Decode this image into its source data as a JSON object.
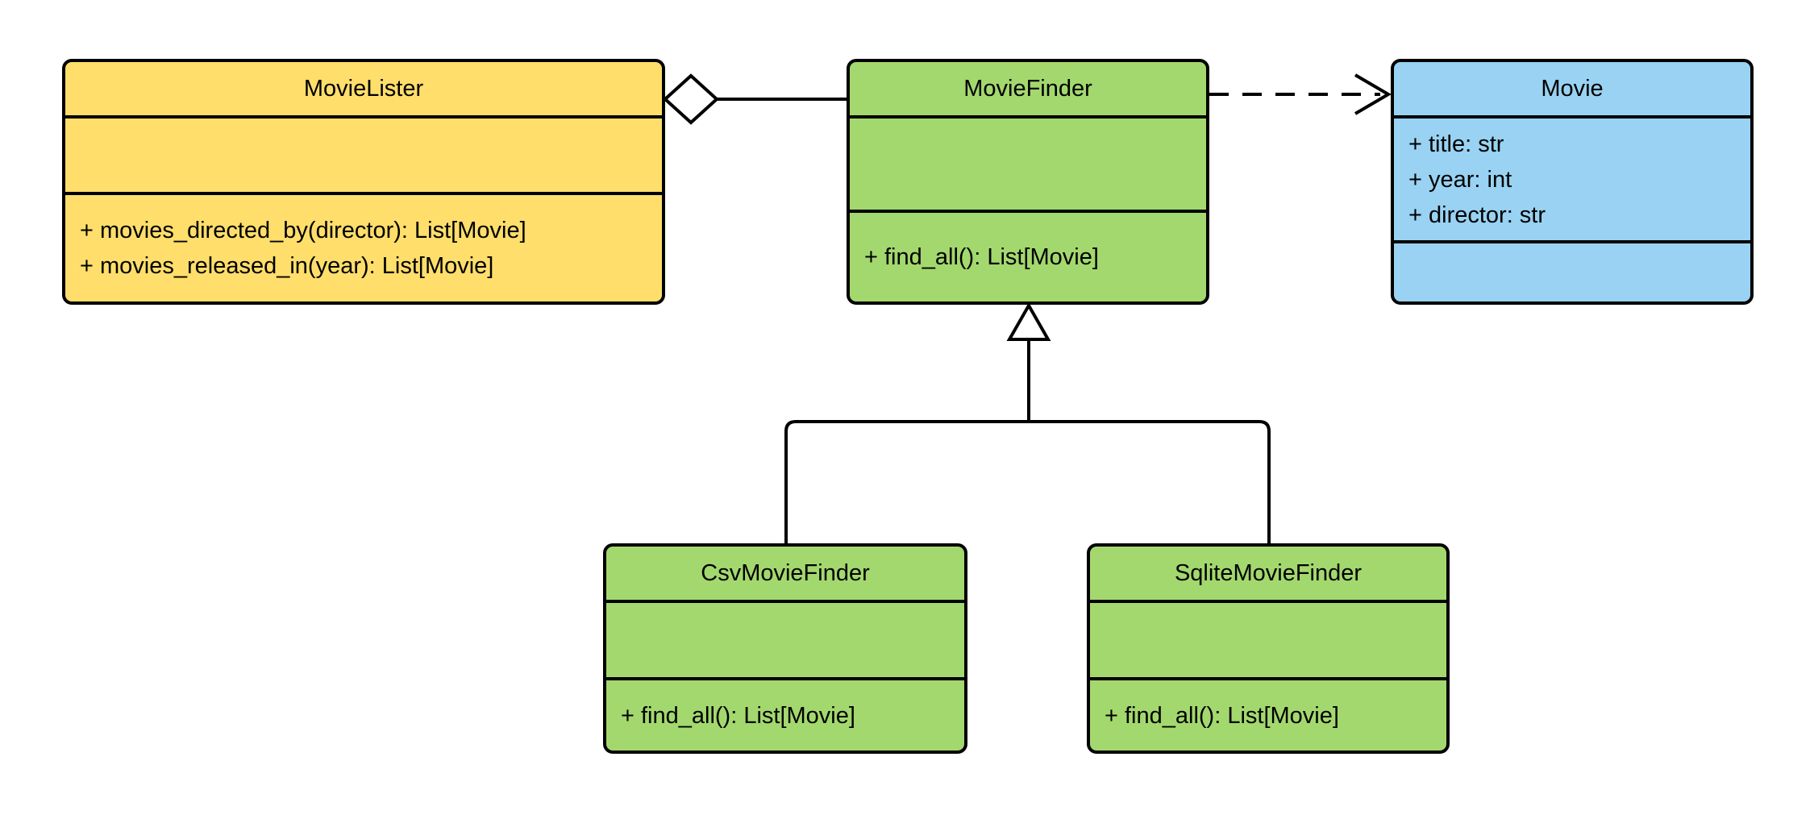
{
  "canvas": {
    "background": "#ffffff",
    "stroke_color": "#000000",
    "yellow_fill": "#ffde6b",
    "green_fill": "#a3d86e",
    "blue_fill": "#99d2f2"
  },
  "classes": {
    "movie_lister": {
      "title": "MovieLister",
      "fill": "#ffde6b",
      "attributes": [],
      "methods": [
        "+ movies_directed_by(director): List[Movie]",
        "+ movies_released_in(year): List[Movie]"
      ]
    },
    "movie_finder": {
      "title": "MovieFinder",
      "fill": "#a3d86e",
      "attributes": [],
      "methods": [
        "+ find_all(): List[Movie]"
      ]
    },
    "movie": {
      "title": "Movie",
      "fill": "#99d2f2",
      "attributes": [
        "+ title: str",
        "+ year: int",
        "+ director: str"
      ],
      "methods": []
    },
    "csv_movie_finder": {
      "title": "CsvMovieFinder",
      "fill": "#a3d86e",
      "attributes": [],
      "methods": [
        "+ find_all(): List[Movie]"
      ]
    },
    "sqlite_movie_finder": {
      "title": "SqliteMovieFinder",
      "fill": "#a3d86e",
      "attributes": [],
      "methods": [
        "+ find_all(): List[Movie]"
      ]
    }
  },
  "relationships": [
    {
      "type": "aggregation",
      "source": "MovieLister",
      "target": "MovieFinder",
      "line": "solid",
      "marker": "hollow-diamond-at-MovieLister"
    },
    {
      "type": "dependency",
      "source": "MovieFinder",
      "target": "Movie",
      "line": "dashed",
      "marker": "open-arrow-at-Movie"
    },
    {
      "type": "generalization",
      "source": "CsvMovieFinder",
      "target": "MovieFinder",
      "line": "solid",
      "marker": "hollow-triangle-at-MovieFinder"
    },
    {
      "type": "generalization",
      "source": "SqliteMovieFinder",
      "target": "MovieFinder",
      "line": "solid",
      "marker": "hollow-triangle-at-MovieFinder"
    }
  ]
}
